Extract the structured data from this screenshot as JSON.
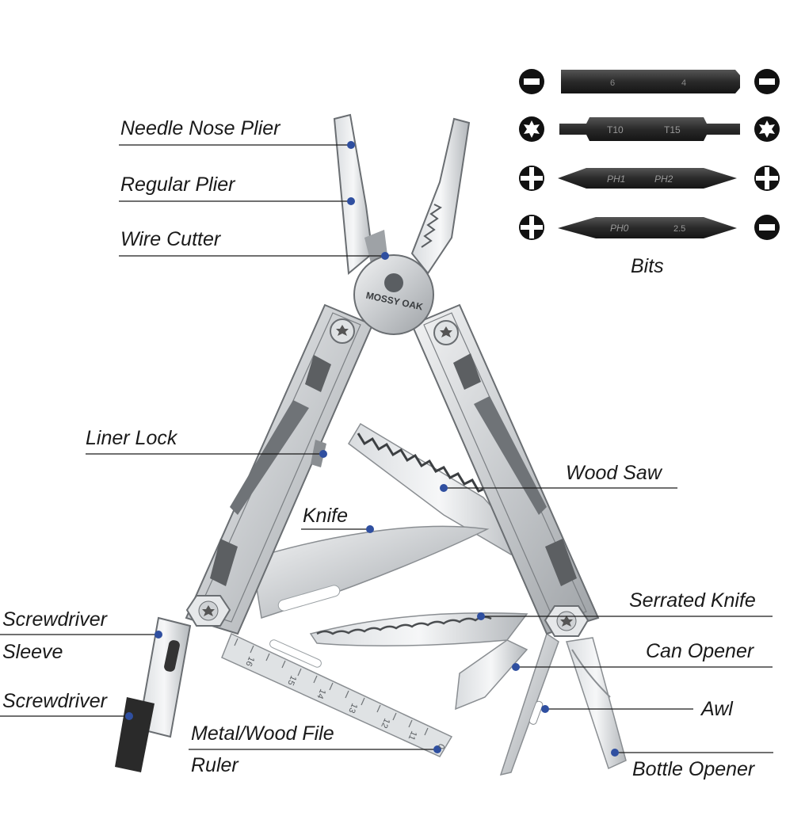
{
  "labels": {
    "needle_nose_plier": "Needle Nose Plier",
    "regular_plier": "Regular Plier",
    "wire_cutter": "Wire Cutter",
    "liner_lock": "Liner Lock",
    "knife": "Knife",
    "wood_saw": "Wood Saw",
    "serrated_knife": "Serrated Knife",
    "can_opener": "Can Opener",
    "screwdriver_sleeve_line1": "Screwdriver",
    "screwdriver_sleeve_line2": "Sleeve",
    "screwdriver": "Screwdriver",
    "awl": "Awl",
    "metal_wood_file": "Metal/Wood File",
    "ruler": "Ruler",
    "bottle_opener": "Bottle Opener",
    "bits": "Bits"
  },
  "brand": "MOSSY OAK",
  "bits": [
    {
      "left_icon": "slotted-icon",
      "right_icon": "slotted-icon",
      "left_text": "6",
      "right_text": "4"
    },
    {
      "left_icon": "torx-icon",
      "right_icon": "torx-icon",
      "left_text": "T10",
      "right_text": "T15"
    },
    {
      "left_icon": "phillips-icon",
      "right_icon": "phillips-icon",
      "left_text": "PH1",
      "right_text": "PH2"
    },
    {
      "left_icon": "phillips-icon",
      "right_icon": "slotted-icon",
      "left_text": "PH0",
      "right_text": "2.5"
    }
  ],
  "ruler_marks": [
    "16",
    "15",
    "14",
    "13",
    "12",
    "11",
    "0"
  ],
  "colors": {
    "callout_dot": "#2f4fa0",
    "leader_line": "#1a1a1a",
    "steel_light": "#e4e6e8",
    "steel_mid": "#b9bdc1",
    "steel_dark": "#5a5e62",
    "bit_black": "#2e2e2e"
  }
}
